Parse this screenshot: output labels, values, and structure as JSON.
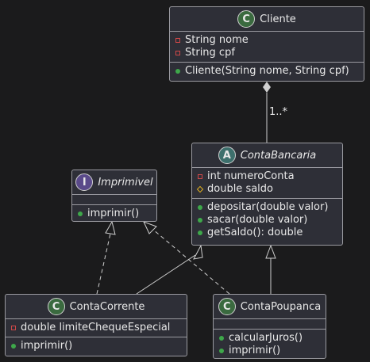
{
  "classes": {
    "cliente": {
      "name": "Cliente",
      "stereotype_letter": "C",
      "attributes": [
        "String nome",
        "String cpf"
      ],
      "methods": [
        "Cliente(String nome, String cpf)"
      ]
    },
    "conta_bancaria": {
      "name": "ContaBancaria",
      "stereotype_letter": "A",
      "attributes": [
        "int numeroConta",
        "double saldo"
      ],
      "methods": [
        "depositar(double valor)",
        "sacar(double valor)",
        "getSaldo(): double"
      ]
    },
    "imprimivel": {
      "name": "Imprimivel",
      "stereotype_letter": "I",
      "methods": [
        "imprimir()"
      ]
    },
    "conta_corrente": {
      "name": "ContaCorrente",
      "stereotype_letter": "C",
      "attributes": [
        "double limiteChequeEspecial"
      ],
      "methods": [
        "imprimir()"
      ]
    },
    "conta_poupanca": {
      "name": "ContaPoupanca",
      "stereotype_letter": "C",
      "methods": [
        "calcularJuros()",
        "imprimir()"
      ]
    }
  },
  "relations": {
    "composition_multiplicity": "1..*"
  },
  "colors": {
    "background": "#1b1b1c",
    "box_fill": "#2e2f37",
    "box_border": "#9a9aa0",
    "line": "#cfcfcf",
    "private": "#d04848",
    "public": "#3ea84a",
    "protected": "#e0b020"
  }
}
